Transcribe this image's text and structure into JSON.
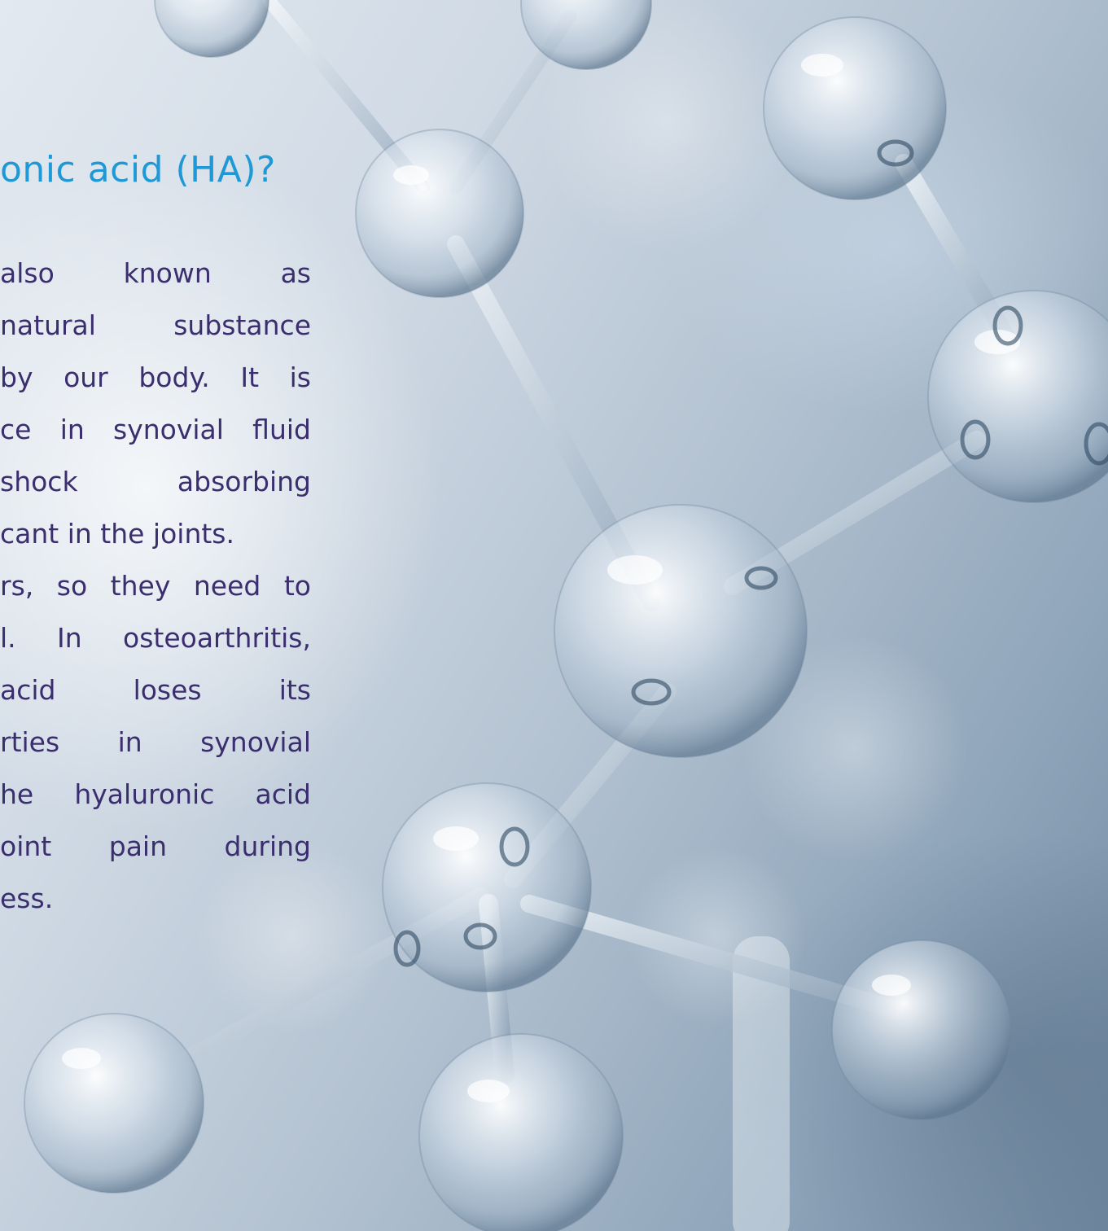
{
  "heading": "onic acid (HA)?",
  "paragraph_lines": [
    "also known as",
    "natural substance",
    "by our body. It is",
    "ce in synovial fluid",
    "shock absorbing",
    "cant in the joints.",
    "rs, so they need to",
    "l. In osteoarthritis,",
    "acid loses its",
    "rties in synovial",
    "he hyaluronic acid",
    "oint pain during",
    "ess."
  ],
  "colors": {
    "heading": "#1f98d6",
    "body_text": "#3b2e6e",
    "background": "#b3c2d1"
  },
  "image": "molecule-illustration"
}
